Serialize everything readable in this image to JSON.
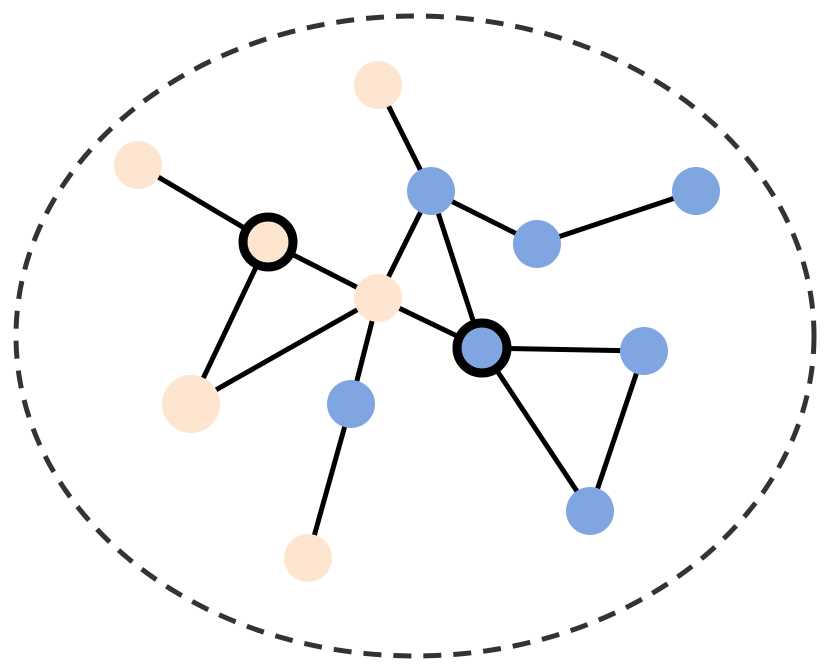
{
  "colors": {
    "background": "#ffffff",
    "boundary_stroke": "#333333",
    "edge_stroke": "#000000",
    "node_stroke": "#000000",
    "group_a_fill": "#fde5cf",
    "group_b_fill": "#7fa6e0"
  },
  "boundary": {
    "style": "dashed-ellipse"
  },
  "nodes": [
    {
      "id": "a1",
      "group": "a",
      "highlighted": false
    },
    {
      "id": "a2",
      "group": "a",
      "highlighted": false
    },
    {
      "id": "a3",
      "group": "a",
      "highlighted": true
    },
    {
      "id": "a4",
      "group": "a",
      "highlighted": false
    },
    {
      "id": "a5",
      "group": "a",
      "highlighted": false
    },
    {
      "id": "a6",
      "group": "a",
      "highlighted": false
    },
    {
      "id": "b1",
      "group": "b",
      "highlighted": false
    },
    {
      "id": "b2",
      "group": "b",
      "highlighted": false
    },
    {
      "id": "b3",
      "group": "b",
      "highlighted": false
    },
    {
      "id": "b4",
      "group": "b",
      "highlighted": true
    },
    {
      "id": "b5",
      "group": "b",
      "highlighted": false
    },
    {
      "id": "b6",
      "group": "b",
      "highlighted": false
    },
    {
      "id": "b7",
      "group": "b",
      "highlighted": false
    }
  ],
  "edges": [
    [
      "a1",
      "b1"
    ],
    [
      "a2",
      "a3"
    ],
    [
      "a3",
      "a4"
    ],
    [
      "a3",
      "a5"
    ],
    [
      "a4",
      "a5"
    ],
    [
      "a4",
      "b1"
    ],
    [
      "a4",
      "b4"
    ],
    [
      "a4",
      "b6"
    ],
    [
      "b1",
      "b2"
    ],
    [
      "b1",
      "b4"
    ],
    [
      "b2",
      "b3"
    ],
    [
      "b4",
      "b5"
    ],
    [
      "b4",
      "b7"
    ],
    [
      "b5",
      "b7"
    ],
    [
      "b6",
      "a6"
    ]
  ]
}
